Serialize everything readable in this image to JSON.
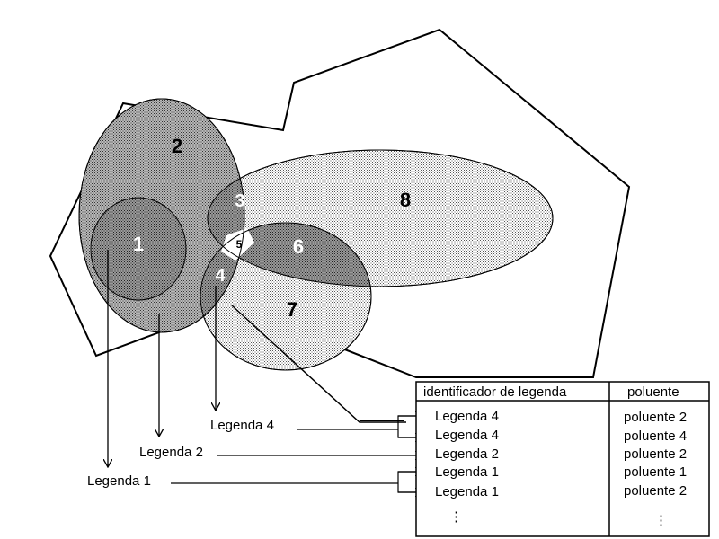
{
  "regions": [
    {
      "id": "1",
      "label": "1"
    },
    {
      "id": "2",
      "label": "2"
    },
    {
      "id": "3",
      "label": "3"
    },
    {
      "id": "4",
      "label": "4"
    },
    {
      "id": "5",
      "label": "5"
    },
    {
      "id": "6",
      "label": "6"
    },
    {
      "id": "7",
      "label": "7"
    },
    {
      "id": "8",
      "label": "8"
    }
  ],
  "callouts": [
    {
      "label": "Legenda 4"
    },
    {
      "label": "Legenda 2"
    },
    {
      "label": "Legenda 1"
    }
  ],
  "table": {
    "headers": [
      "identificador de legenda",
      "poluente"
    ],
    "rows": [
      {
        "legenda": "Legenda 4",
        "poluente": "poluente 2"
      },
      {
        "legenda": "Legenda 4",
        "poluente": "poluente 4"
      },
      {
        "legenda": "Legenda 2",
        "poluente": "poluente 2"
      },
      {
        "legenda": "Legenda 1",
        "poluente": "poluente 1"
      },
      {
        "legenda": "Legenda 1",
        "poluente": "poluente 2"
      }
    ],
    "ellipsis": "⋮"
  },
  "colors": {
    "stroke": "#000000",
    "fill_light": "#d6d6d6",
    "fill_dark": "#8a8a8a"
  }
}
